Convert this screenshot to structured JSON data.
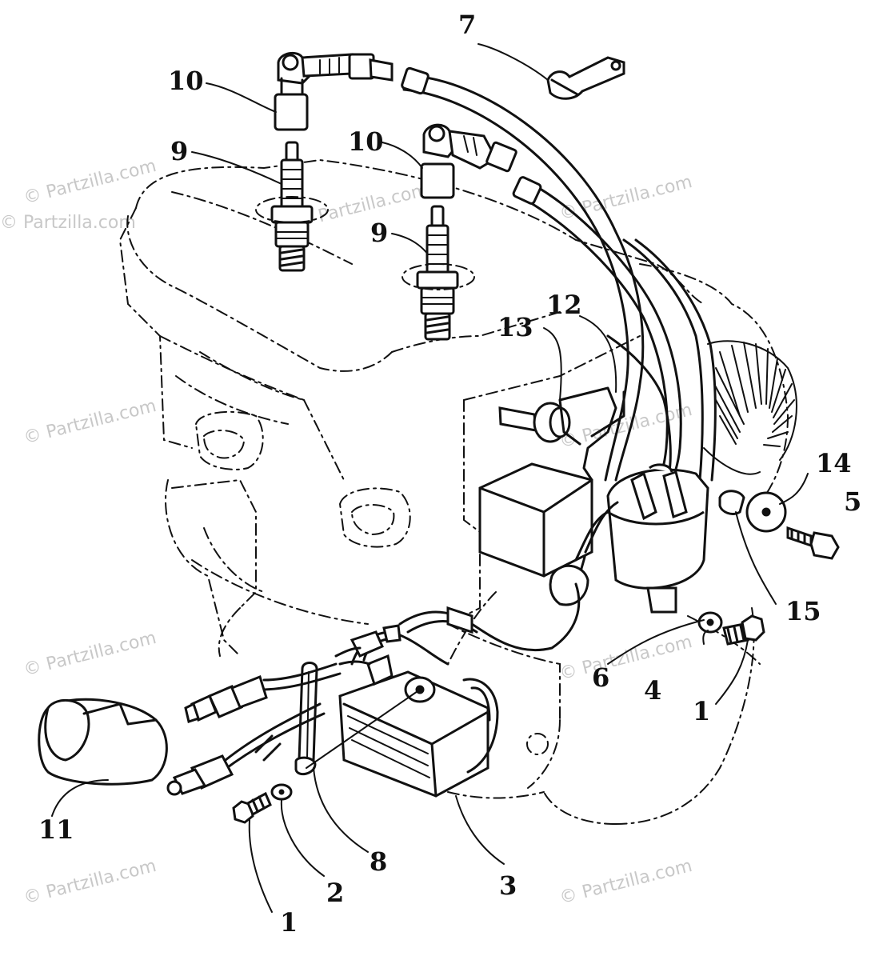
{
  "watermark": "© Partzilla.com",
  "callouts": {
    "c1a": "1",
    "c1b": "1",
    "c2": "2",
    "c3": "3",
    "c4": "4",
    "c5": "5",
    "c6": "6",
    "c7": "7",
    "c8": "8",
    "c9a": "9",
    "c9b": "9",
    "c10a": "10",
    "c10b": "10",
    "c11": "11",
    "c12": "12",
    "c13": "13",
    "c14": "14",
    "c15": "15"
  }
}
